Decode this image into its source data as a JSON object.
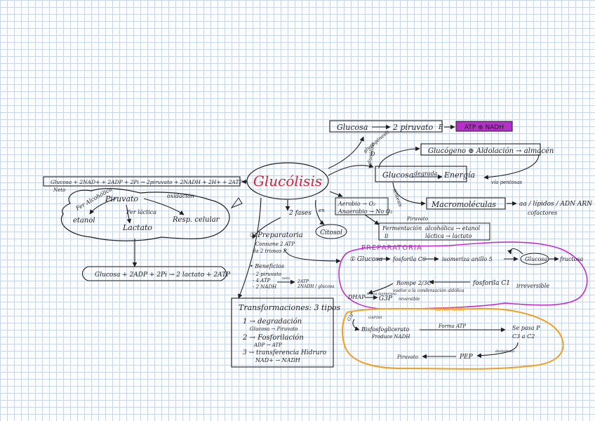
{
  "center": {
    "title": "Glucólisis"
  },
  "top_box": {
    "glucosa": "Glucosa",
    "piruvato": "2 piruvato",
    "e": "E",
    "atp_nadh": "ATP ⊕ NADH",
    "atp_nadh_color": "#b431c8"
  },
  "top_right": {
    "glucogeno": "Glucógeno ⊕ Aldolación → almacén",
    "glucosa": "Glucosa",
    "degrada": "degrada",
    "energia": "Energía",
    "macromoleculas": "Macromoléculas",
    "productos": "aa / lípidos / ADN ARN",
    "cofactores": "cofactores",
    "side_label_1": "glucogénesis",
    "side_label_2": "glucólisis",
    "side_label_3": "sintesis",
    "side_label_4": "vía pentosas"
  },
  "left_equation": {
    "text": "Glucosa + 2NAD+ + 2ADP + 2Pi → 2piruvato + 2NADH + 2H+ + 2ATP",
    "neto": "Neto"
  },
  "piruvato_cloud": {
    "piruvato": "Piruvato",
    "fer_alcoholica": "Fer Alcohólica",
    "oxidacion": "oxidación",
    "fer_lactica": "Fer láctica",
    "etanol": "etanol",
    "lactato": "Lactato",
    "resp_celular": "Resp. celular"
  },
  "lactato_equation": {
    "text": "Glucosa + 2ADP + 2Pi → 2 lactato + 2ATP"
  },
  "center_items": {
    "aerobio": "Aerobio → O₂",
    "anaerobio": "Anaerobio → No O₂",
    "citosol": "Citosol",
    "en": "en",
    "dos_fases": "2 fases"
  },
  "fermentacion": {
    "piruvato": "Piruvato",
    "fermentacion": "Fermentación",
    "alcoholica": "alcohólica → etanol",
    "lactica": "láctica → lactato",
    "ii": "II"
  },
  "fases": {
    "preparatoria": "① Preparatoria",
    "consume": "Consume 2 ATP",
    "da": "da 2 triosas P",
    "beneficios": "• Beneficios",
    "piruvato": "- 2 piruvato",
    "atp": "- 4 ATP",
    "nadh": "- 2 NADH",
    "neto": "neto",
    "atp_neto": "2ATP",
    "nadh_neto": "2NADH / glucosa"
  },
  "transformaciones": {
    "title": "Transformaciones: 3 tipos",
    "t1": "1 → degradación",
    "t1_sub": "Glucosa → Piruvato",
    "t2": "2 → Fosforilación",
    "t2_sub": "ADP → ATP",
    "t3": "3 → transferencia Hidruro",
    "t3_sub": "NAD+ → NADH"
  },
  "preparatoria": {
    "label": "PREPARATORIA",
    "color": "#c026c8",
    "glucosa": "① Glucosa",
    "fosforila": "fosforila C6",
    "isomeriza": "isomeriza anillo 5",
    "glucosa2": "Glucosa",
    "fructosa": "fructosa",
    "fosforila_c1": "fosforila C1",
    "irreversible": "irreversible",
    "rompe": "Rompe 2/3C",
    "dhap": "DHAP",
    "isomerasa": "triosa isomerasa",
    "g3p": "G3P",
    "reversible": "reversible",
    "vuelve": "vuelve a la condensación aldólica"
  },
  "beneficios": {
    "label": "BENEFICIOS",
    "color": "#f0a020",
    "gapdh": "GAPDH",
    "g3p": "G3P",
    "bisfosfoglicerato": "Bisfosfoglicerato",
    "produce_nadh": "Produce NADH",
    "forma_atp": "Forma ATP",
    "se_pasa": "Se pasa P",
    "c3": "C3 a C2",
    "piruvato": "Piruvato",
    "pep": "PEP",
    "deshidrata": "deshidrata"
  }
}
